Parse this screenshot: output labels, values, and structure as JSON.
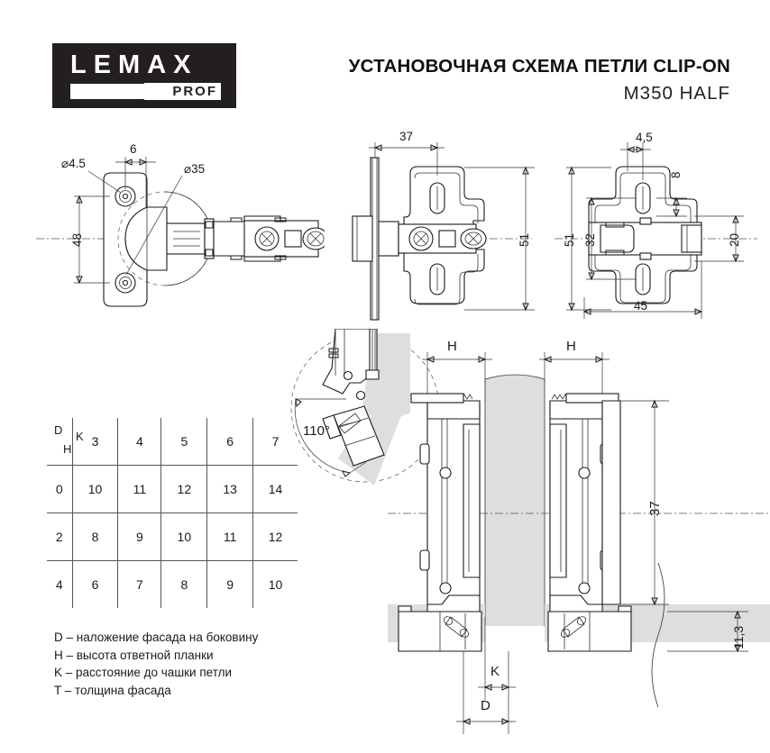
{
  "header": {
    "logo_word": "LEMAX",
    "logo_sub": "PROF",
    "title_main": "УСТАНОВОЧНАЯ СХЕМА ПЕТЛИ CLIP-ON",
    "title_sub": "M350 HALF"
  },
  "views": {
    "left": {
      "name": "hinge-side-view",
      "dimensions": {
        "hole_dia": "⌀4.5",
        "edge_distance": "6",
        "cup_dia": "⌀35",
        "plate_height": "48"
      }
    },
    "middle": {
      "name": "hinge-front-view",
      "dimensions": {
        "width": "37",
        "height": "51"
      }
    },
    "right": {
      "name": "mounting-plate-view",
      "dimensions": {
        "slot_offset": "4,5",
        "slot_height": "8",
        "total_height": "51",
        "hole_spacing": "32",
        "arm_height": "20",
        "total_width": "45"
      }
    },
    "detail": {
      "name": "opening-angle-detail",
      "angle": "110°"
    },
    "assembly": {
      "name": "assembly-section-view",
      "dimensions": {
        "h_left": "H",
        "h_right": "H",
        "depth": "37",
        "overlay_thickness": "11,3",
        "k": "K",
        "d": "D"
      }
    }
  },
  "table": {
    "corner": {
      "d": "D",
      "k": "K",
      "h": "H"
    },
    "columns": [
      "3",
      "4",
      "5",
      "6",
      "7"
    ],
    "rows": [
      {
        "h": "0",
        "values": [
          "10",
          "11",
          "12",
          "13",
          "14"
        ]
      },
      {
        "h": "2",
        "values": [
          "8",
          "9",
          "10",
          "11",
          "12"
        ]
      },
      {
        "h": "4",
        "values": [
          "6",
          "7",
          "8",
          "9",
          "10"
        ]
      }
    ]
  },
  "legend": [
    "D – наложение фасада на боковину",
    "H – высота ответной планки",
    "K – расстояние до чашки петли",
    "T – толщина фасада"
  ],
  "colors": {
    "ink": "#1a1a1a",
    "logo_bg": "#231f20",
    "fill_gray": "#dcdee0"
  }
}
